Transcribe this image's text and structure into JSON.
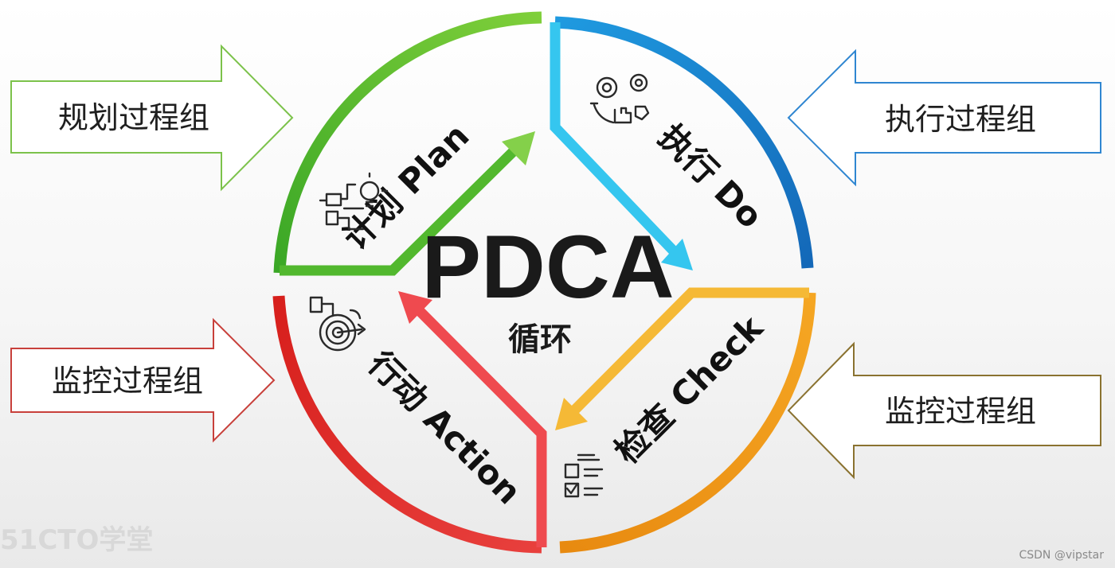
{
  "center": {
    "title": "PDCA",
    "subtitle": "循环"
  },
  "phases": [
    {
      "key": "plan",
      "label": "计划 Plan",
      "color": "#4fb62f",
      "arrow_color": "#84d04a",
      "icon": "plan-idea-icon"
    },
    {
      "key": "do",
      "label": "执行 Do",
      "color": "#1e8fd8",
      "arrow_color": "#35c6ef",
      "icon": "gears-hand-icon"
    },
    {
      "key": "check",
      "label": "检查 Check",
      "color": "#ee9a16",
      "arrow_color": "#f5b936",
      "icon": "checklist-icon"
    },
    {
      "key": "action",
      "label": "行动 Action",
      "color": "#d9231f",
      "arrow_color": "#ef4a4f",
      "icon": "target-icon"
    }
  ],
  "side_arrows": [
    {
      "label": "规划过程组",
      "color": "#7cc24b",
      "direction": "right"
    },
    {
      "label": "执行过程组",
      "color": "#2f86d1",
      "direction": "left"
    },
    {
      "label": "监控过程组",
      "color": "#c8403b",
      "direction": "right"
    },
    {
      "label": "监控过程组",
      "color": "#8a7230",
      "direction": "left"
    }
  ],
  "watermarks": {
    "logo": "51CTO学堂",
    "credit": "CSDN @vipstar"
  }
}
